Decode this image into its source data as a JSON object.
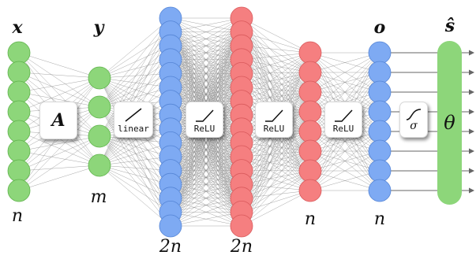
{
  "layers": {
    "x": {
      "label": "x",
      "dim": "n"
    },
    "y": {
      "label": "y",
      "dim": "m"
    },
    "h1": {
      "dim": "2n"
    },
    "h2": {
      "dim": "2n"
    },
    "h3": {
      "dim": "n"
    },
    "o": {
      "label": "o",
      "dim": "n"
    },
    "s": {
      "label": "ŝ",
      "param": "θ"
    }
  },
  "ops": {
    "A": "A",
    "linear": "linear",
    "relu1": "ReLU",
    "relu2": "ReLU",
    "relu3": "ReLU",
    "sigma": "σ"
  },
  "colors": {
    "green": "#8dd67a",
    "green_dark": "#5fb34b",
    "blue": "#7eaaf3",
    "blue_dark": "#5585d6",
    "red": "#f57f80",
    "red_dark": "#d95a5c",
    "edge": "#888888"
  }
}
